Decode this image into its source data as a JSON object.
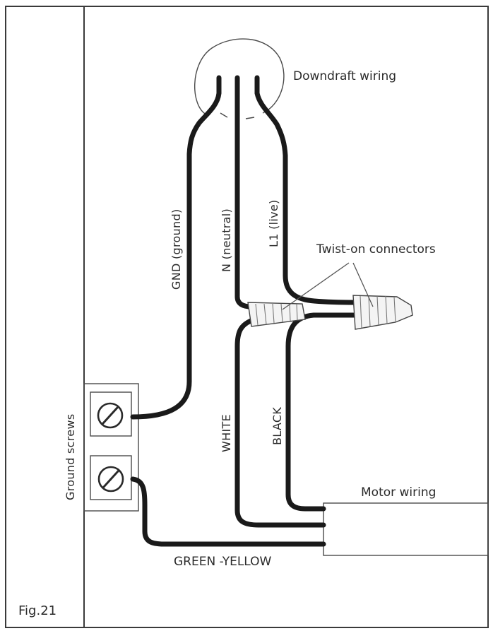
{
  "figure": {
    "number": "Fig.21"
  },
  "labels": {
    "downdraft_wiring": "Downdraft wiring",
    "ground_wire": "GND (ground)",
    "neutral_wire": "N (neutral)",
    "live_wire": "L1 (live)",
    "twist_on_connectors": "Twist-on connectors",
    "ground_screws": "Ground screws",
    "white_wire": "WHITE",
    "black_wire": "BLACK",
    "motor_wiring": "Motor wiring",
    "green_yellow_wire": "GREEN -YELLOW"
  },
  "colors": {
    "wire": "#1a1a1a",
    "line": "#3a3a3a",
    "background": "#ffffff"
  }
}
